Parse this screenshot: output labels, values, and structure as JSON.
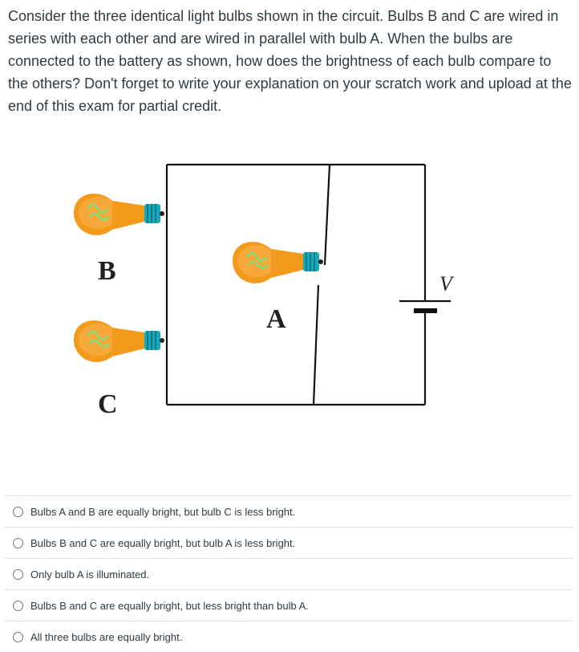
{
  "question": {
    "text": "Consider the three identical light bulbs shown in the circuit. Bulbs B and C are wired in series with each other and are wired in parallel with bulb A. When the bulbs are connected to the battery as shown, how does the brightness of each bulb compare to the others? Don't forget to write your explanation on your scratch work and upload at the end of this exam for partial credit."
  },
  "figure": {
    "bulb_b_label": "B",
    "bulb_c_label": "C",
    "bulb_a_label": "A",
    "battery_label": "V",
    "colors": {
      "wire": "#111111",
      "bulb_glass": "#f29a1c",
      "bulb_filament": "#7fe07a",
      "bulb_base": "#19a8b8"
    },
    "icons": [
      "light-bulb-icon",
      "battery-icon"
    ]
  },
  "answers": {
    "options": [
      "Bulbs A and B are equally bright, but bulb C is less bright.",
      "Bulbs B and C are equally bright, but bulb A is less bright.",
      "Only bulb A is illuminated.",
      "Bulbs B and C are equally bright, but less bright than bulb A.",
      "All three bulbs are equally bright."
    ]
  }
}
